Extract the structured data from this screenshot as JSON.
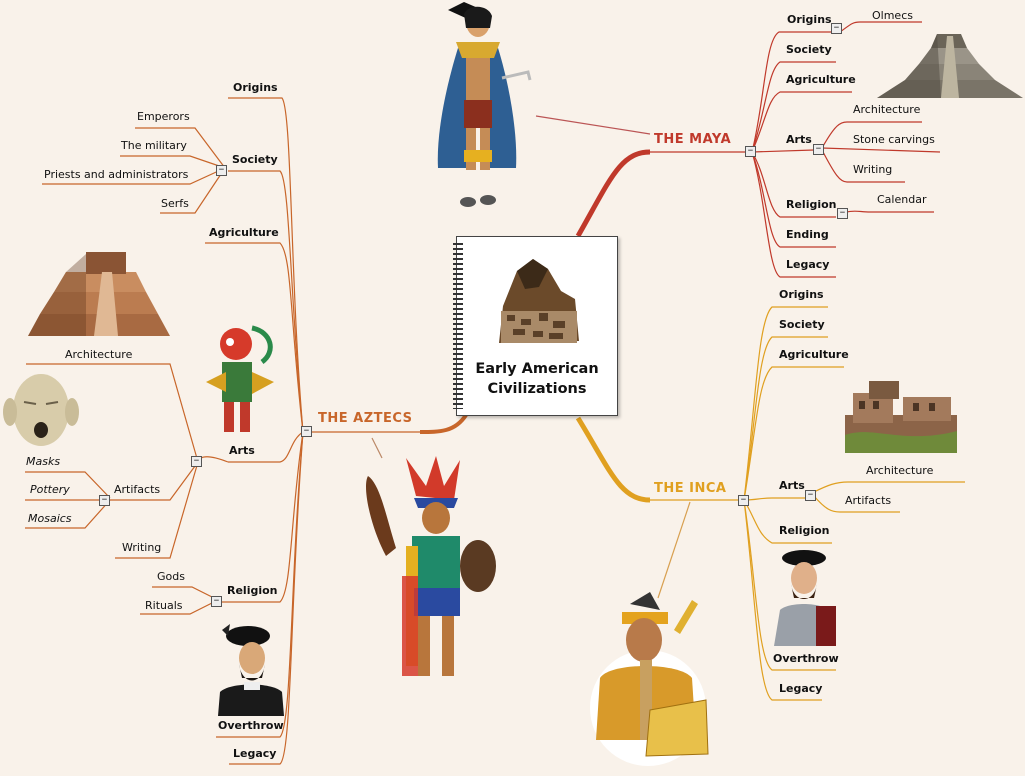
{
  "central": {
    "line1": "Early  American",
    "line2": "Civilizations"
  },
  "colors": {
    "maya": "#c0392b",
    "inca": "#e0a020",
    "aztecs": "#c8662a",
    "background": "#f9f2ea"
  },
  "toggle_symbol": "−",
  "maya": {
    "title": "THE MAYA",
    "origins": "Origins",
    "olmecs": "Olmecs",
    "society": "Society",
    "agriculture": "Agriculture",
    "arts": "Arts",
    "architecture": "Architecture",
    "stone_carvings": "Stone carvings",
    "writing": "Writing",
    "religion": "Religion",
    "calendar": "Calendar",
    "ending": "Ending",
    "legacy": "Legacy"
  },
  "inca": {
    "title": "THE INCA",
    "origins": "Origins",
    "society": "Society",
    "agriculture": "Agriculture",
    "arts": "Arts",
    "architecture": "Architecture",
    "artifacts": "Artifacts",
    "religion": "Religion",
    "overthrow": "Overthrow",
    "legacy": "Legacy"
  },
  "aztecs": {
    "title": "THE AZTECS",
    "origins": "Origins",
    "society": "Society",
    "emperors": "Emperors",
    "military": "The military",
    "priests": "Priests and administrators",
    "serfs": "Serfs",
    "agriculture": "Agriculture",
    "arts": "Arts",
    "architecture": "Architecture",
    "artifacts": "Artifacts",
    "masks": "Masks",
    "pottery": "Pottery",
    "mosaics": "Mosaics",
    "writing": "Writing",
    "religion": "Religion",
    "gods": "Gods",
    "rituals": "Rituals",
    "overthrow": "Overthrow",
    "legacy": "Legacy"
  },
  "icons": [
    "maya-pyramid-icon",
    "maya-figure-icon",
    "machu-picchu-icon",
    "inca-ruins-icon",
    "conquistador-icon",
    "inca-king-icon",
    "aztec-pyramid-icon",
    "aztec-god-icon",
    "stone-mask-icon",
    "aztec-warrior-icon",
    "cortes-icon"
  ]
}
